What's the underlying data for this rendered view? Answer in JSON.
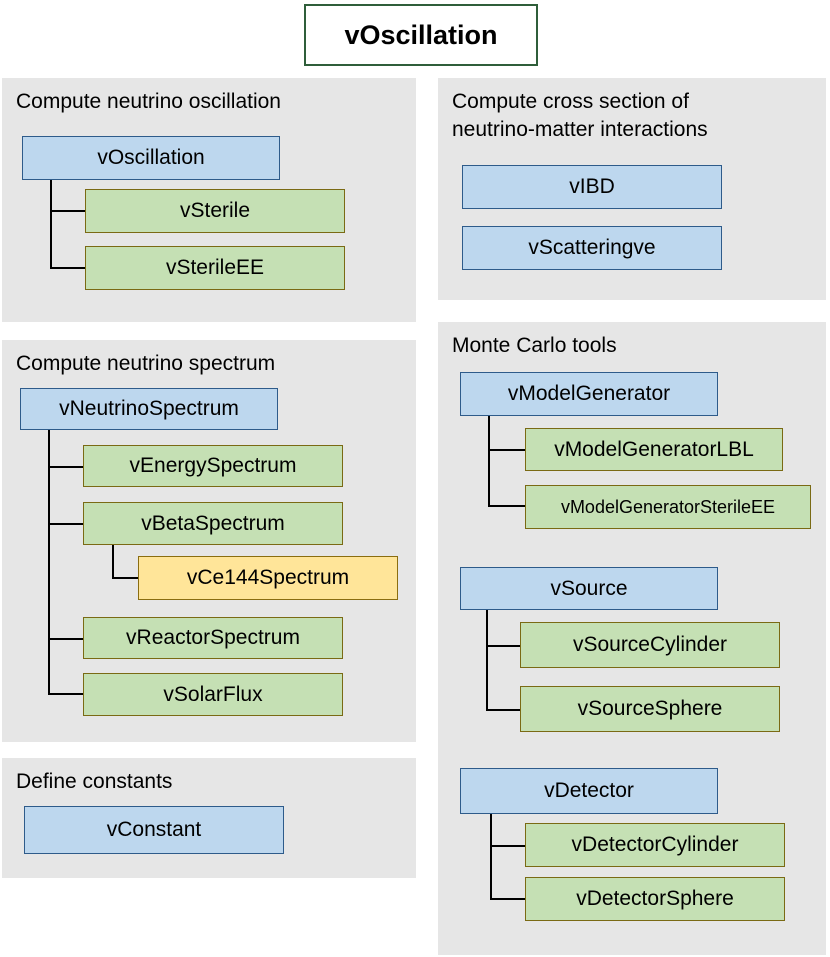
{
  "title": "vOscillation",
  "panels": {
    "oscillation": {
      "title": "Compute neutrino oscillation",
      "root": "vOscillation",
      "children": [
        "vSterile",
        "vSterileEE"
      ]
    },
    "cross_section": {
      "title": "Compute cross section of\nneutrino-matter interactions",
      "items": [
        "vIBD",
        "vScatteringve"
      ]
    },
    "spectrum": {
      "title": "Compute neutrino spectrum",
      "root": "vNeutrinoSpectrum",
      "children": [
        "vEnergySpectrum",
        "vBetaSpectrum",
        "vCe144Spectrum",
        "vReactorSpectrum",
        "vSolarFlux"
      ]
    },
    "constants": {
      "title": "Define constants",
      "items": [
        "vConstant"
      ]
    },
    "monte_carlo": {
      "title": "Monte Carlo tools",
      "model": {
        "root": "vModelGenerator",
        "children": [
          "vModelGeneratorLBL",
          "vModelGeneratorSterileEE"
        ]
      },
      "source": {
        "root": "vSource",
        "children": [
          "vSourceCylinder",
          "vSourceSphere"
        ]
      },
      "detector": {
        "root": "vDetector",
        "children": [
          "vDetectorCylinder",
          "vDetectorSphere"
        ]
      }
    }
  },
  "colors": {
    "panel_bg": "#e6e6e6",
    "base_class": "#bdd7ee",
    "derived_class": "#c5e0b4",
    "sub_derived_class": "#ffe599"
  }
}
